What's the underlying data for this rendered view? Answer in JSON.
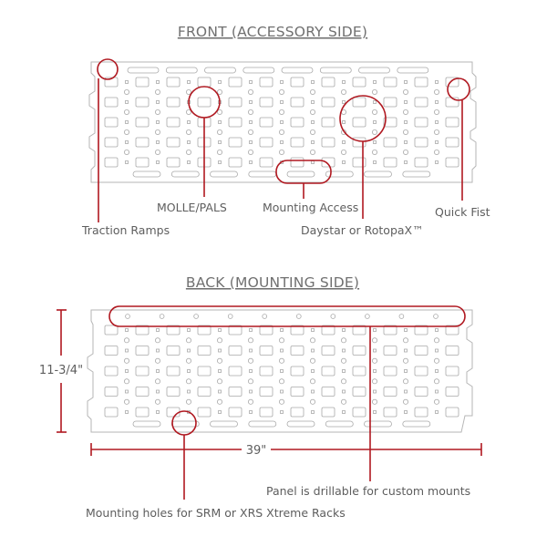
{
  "front": {
    "title": "FRONT (ACCESSORY SIDE)",
    "callouts": {
      "traction_ramps": "Traction Ramps",
      "molle_pals": "MOLLE/PALS",
      "mounting_access": "Mounting Access",
      "daystar_rotopax": "Daystar or RotopaX™",
      "quick_fist": "Quick Fist"
    }
  },
  "back": {
    "title": "BACK (MOUNTING SIDE)",
    "dimensions": {
      "height": "11-3/4\"",
      "width": "39\""
    },
    "callouts": {
      "drillable": "Panel is drillable for custom mounts",
      "mounting_holes": "Mounting holes for SRM or XRS Xtreme Racks"
    }
  },
  "colors": {
    "accent_red": "#b01820",
    "outline_gray": "#b6b6b6",
    "text_gray": "#5e5e5e"
  }
}
